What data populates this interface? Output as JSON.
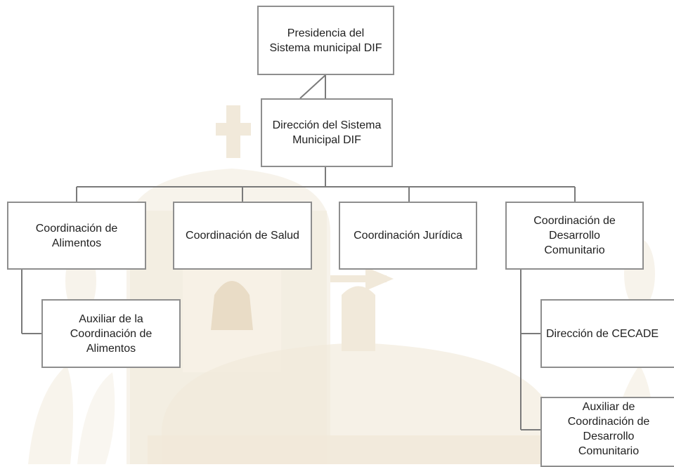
{
  "colors": {
    "box_border": "#8e8e8e",
    "connector": "#7a7a7a",
    "text": "#1f1f1f",
    "watermark": "#eadfcc"
  },
  "org_chart": {
    "presidencia": "Presidencia del\nSistema municipal DIF",
    "direccion": "Dirección del Sistema\nMunicipal DIF",
    "coordinaciones": {
      "alimentos": "Coordinación de\nAlimentos",
      "salud": "Coordinación de Salud",
      "juridica": "Coordinación Jurídica",
      "desarrollo": "Coordinación de\nDesarrollo\nComunitario"
    },
    "auxiliar_alimentos": "Auxiliar de la\nCoordinación de\nAlimentos",
    "direccion_cecade": "Dirección de CECADE",
    "auxiliar_desarrollo": "Auxiliar de\nCoordinación de\nDesarrollo\nComunitario"
  },
  "watermark_icon": "church-dome-watermark-icon"
}
